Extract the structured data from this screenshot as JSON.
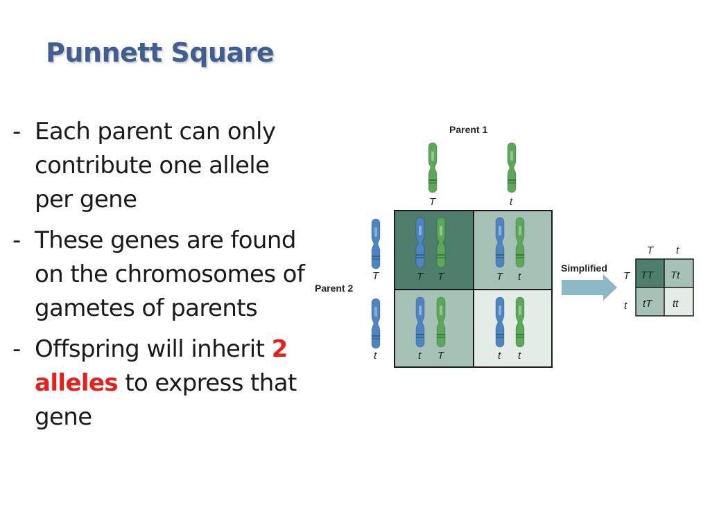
{
  "title": "Punnett Square",
  "bullets": [
    {
      "dash": "-",
      "text": "Each parent can only contribute one allele per gene"
    },
    {
      "dash": "-",
      "text": "These genes are found on the chromosomes of gametes of parents"
    },
    {
      "dash": "-",
      "text_before": "Offspring will inherit",
      "highlight": "2 alleles",
      "text_after": "to express that gene"
    }
  ],
  "diagram": {
    "parent1_label": "Parent 1",
    "parent2_label": "Parent 2",
    "parent1_alleles": [
      "T",
      "t"
    ],
    "parent2_alleles": [
      "T",
      "t"
    ],
    "cells": [
      [
        "T",
        "T"
      ],
      [
        "T",
        "t"
      ],
      [
        "t",
        "T"
      ],
      [
        "t",
        "t"
      ]
    ],
    "simplified_label": "Simplified",
    "simplified_col_headers": [
      "T",
      "t"
    ],
    "simplified_row_headers": [
      "T",
      "t"
    ],
    "simplified_cells": [
      "TT",
      "Tt",
      "tT",
      "tt"
    ],
    "colors": {
      "parent1_chromosome": "#5aa858",
      "parent2_chromosome": "#4c84c4",
      "cell_dark": "#4e7e6c",
      "cell_mid": "#a6c2b6",
      "cell_light": "#e4ece6",
      "arrow": "#8db8c6"
    }
  }
}
